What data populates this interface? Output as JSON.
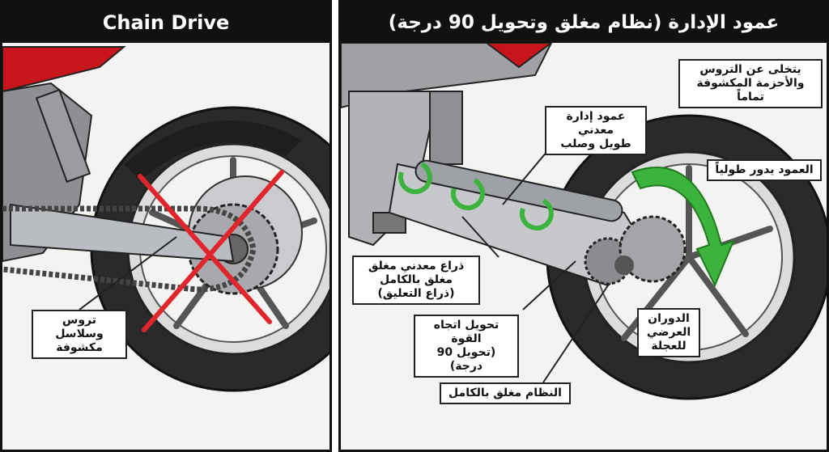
{
  "left_panel": {
    "title": "Chain Drive",
    "label_exposed": "تروس وسلاسل\nمكشوفة"
  },
  "right_panel": {
    "title": "عمود الإدارة (نظام مغلق وتحويل 90 درجة)",
    "label_no_exposed": "يتخلى عن التروس\nوالأحزمة المكشوفة تماماً",
    "label_shaft": "عمود إدارة معدني\nطويل وصلب",
    "label_rotates": "العمود يدور طولياً",
    "label_arm": "ذراع معدني مغلق\nمغلق بالكامل\n(ذراع التعليق)",
    "label_power": "تحويل اتجاه القوة\n(تحويل 90 درجة)",
    "label_wheel_rotation": "الدوران\nالعرضي\nللعجلة",
    "label_sealed": "النظام مغلق بالكامل"
  },
  "colors": {
    "cross": "#e0262c",
    "arrow_green": "#3cb33c",
    "tire": "#2a2a2a",
    "metal": "#b9bcc0",
    "body_red": "#c8141b"
  }
}
